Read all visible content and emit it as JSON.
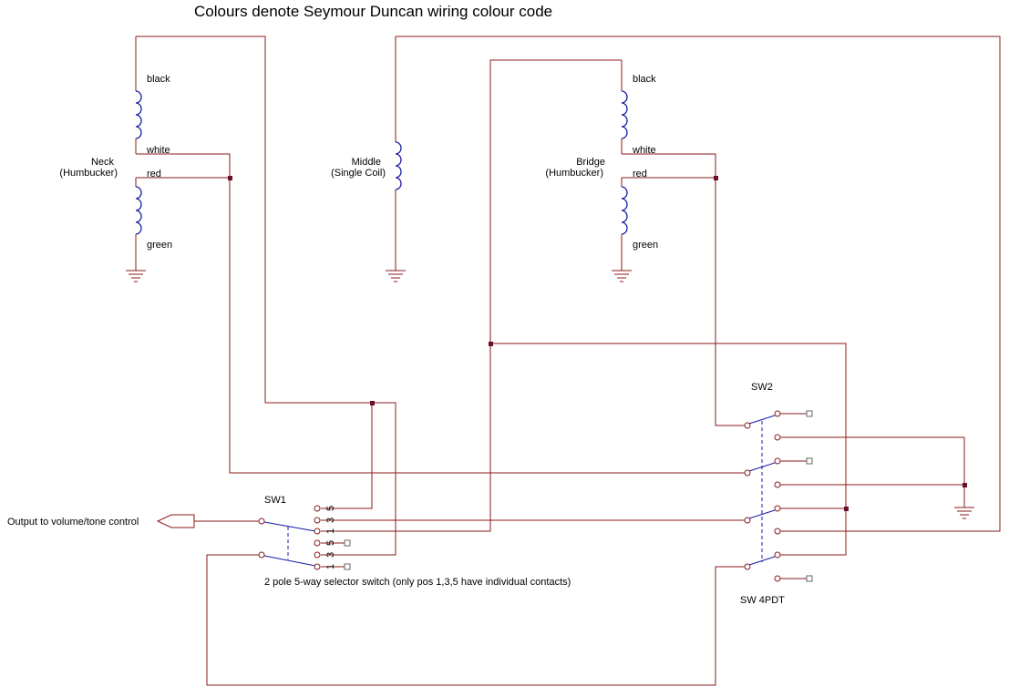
{
  "title": "Colours denote Seymour Duncan wiring colour code",
  "pickups": {
    "neck": {
      "name": "Neck",
      "type": "(Humbucker)",
      "wire_black": "black",
      "wire_white": "white",
      "wire_red": "red",
      "wire_green": "green"
    },
    "middle": {
      "name": "Middle",
      "type": "(Single Coil)"
    },
    "bridge": {
      "name": "Bridge",
      "type": "(Humbucker)",
      "wire_black": "black",
      "wire_white": "white",
      "wire_red": "red",
      "wire_green": "green"
    }
  },
  "sw1": {
    "label": "SW1",
    "description": "2 pole 5-way selector switch (only pos 1,3,5 have individual contacts)",
    "pole1_positions": [
      "5",
      "3",
      "1"
    ],
    "pole2_positions": [
      "5",
      "3",
      "1"
    ]
  },
  "sw2": {
    "label": "SW2",
    "sublabel": "SW 4PDT"
  },
  "output": {
    "label": "Output to volume/tone control"
  },
  "colors": {
    "wire": "#8b1a1a",
    "switch": "#1a1aa6",
    "junction": "#6a0f2e"
  }
}
